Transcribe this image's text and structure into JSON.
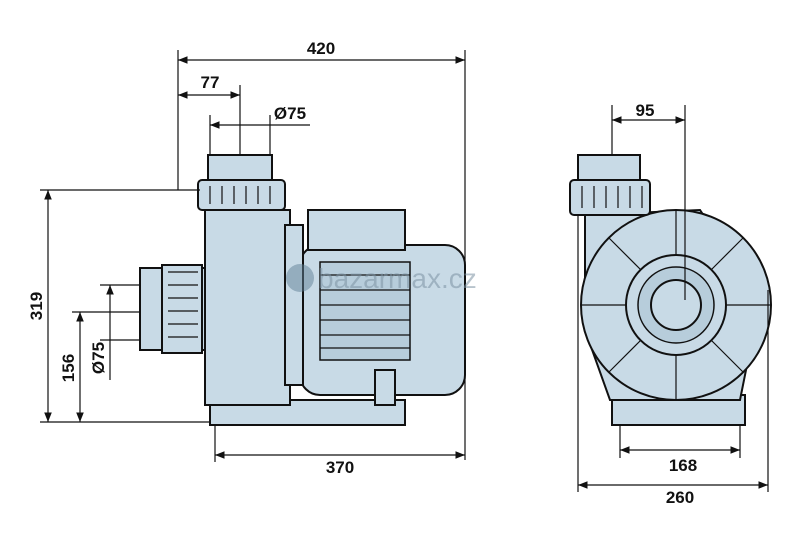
{
  "title": "Pump dimension drawing",
  "dimensions": {
    "overall_length": "420",
    "inlet_offset": "77",
    "top_port_diameter": "Ø75",
    "overall_height": "319",
    "inlet_height": "156",
    "side_port_diameter": "Ø75",
    "base_length": "370",
    "front_port_offset": "95",
    "base_mount_width": "168",
    "overall_width": "260"
  },
  "watermark": "bazarmax.cz",
  "colors": {
    "fill": "#c8dae6",
    "line": "#111111"
  }
}
